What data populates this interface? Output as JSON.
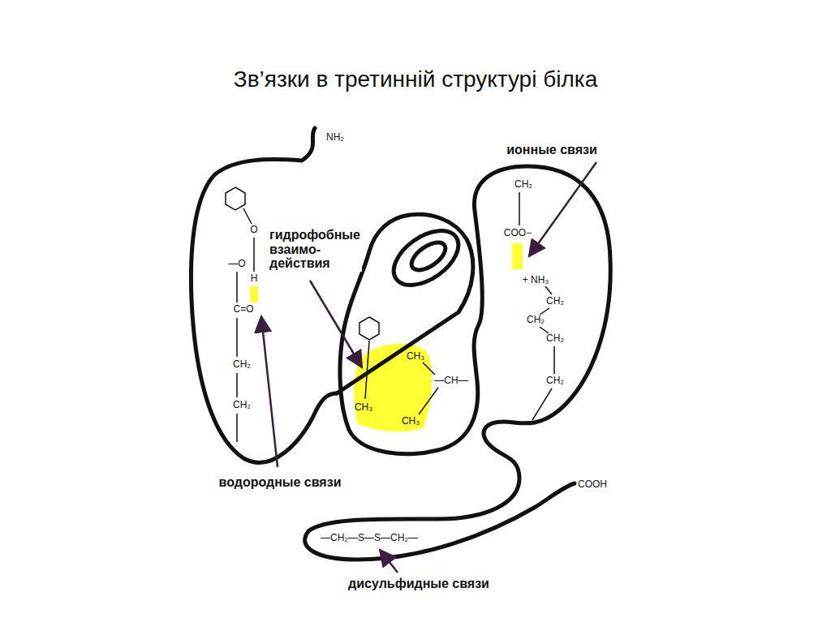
{
  "diagram": {
    "title": "Зв’язки в третинній структурі білка",
    "labels": [
      "NH₂",
      "ионные связи",
      "CH₂",
      "COO−",
      "+ NH₃",
      "CH₂",
      "CH₂",
      "CH₂",
      "CH₂",
      "O",
      "—O",
      "H",
      "C=O",
      "CH₂",
      "CH₂",
      "гидрофобные взаимо- действия",
      "CH₃",
      "—CH—",
      "CH₃",
      "CH₃",
      "водородные связи",
      "COOH",
      "—CH₂—S—S—CH₂—",
      "дисульфидные связи"
    ]
  }
}
